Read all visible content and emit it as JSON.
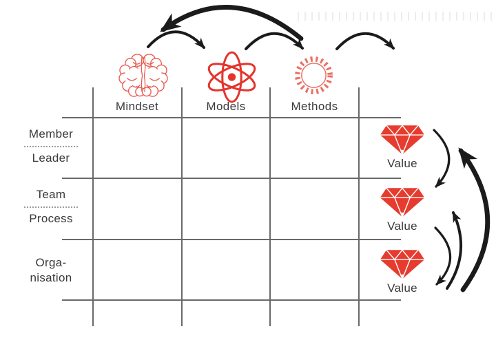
{
  "diagram": {
    "columns": [
      {
        "label": "Mindset",
        "icon": "brain-icon"
      },
      {
        "label": "Models",
        "icon": "atom-icon"
      },
      {
        "label": "Methods",
        "icon": "gear-icon"
      }
    ],
    "rows": [
      {
        "upper": "Member",
        "lower": "Leader",
        "divider": "dotted"
      },
      {
        "upper": "Team",
        "lower": "Process",
        "divider": "dotted"
      },
      {
        "upper": "Orga-",
        "lower": "nisation",
        "divider": "none"
      }
    ],
    "values": [
      {
        "label": "Value",
        "icon": "diamond-icon"
      },
      {
        "label": "Value",
        "icon": "diamond-icon"
      },
      {
        "label": "Value",
        "icon": "diamond-icon"
      }
    ],
    "arrows": {
      "top": [
        "mindset-to-models",
        "models-to-methods",
        "methods-onward",
        "methods-back-to-mindset"
      ],
      "right": [
        "value-1-down-to-value-2",
        "value-2-down-to-value-3",
        "bottom-up-to-value-2",
        "bottom-up-to-value-1"
      ]
    },
    "colors": {
      "brain_red": "#e8594e",
      "atom_red": "#e4342b",
      "gear_red": "#eb6e63",
      "diamond_red": "#e63c2f",
      "arrow_black": "#1b1b1b",
      "grid_line": "#696969",
      "label_text": "#3a3a3e"
    }
  }
}
